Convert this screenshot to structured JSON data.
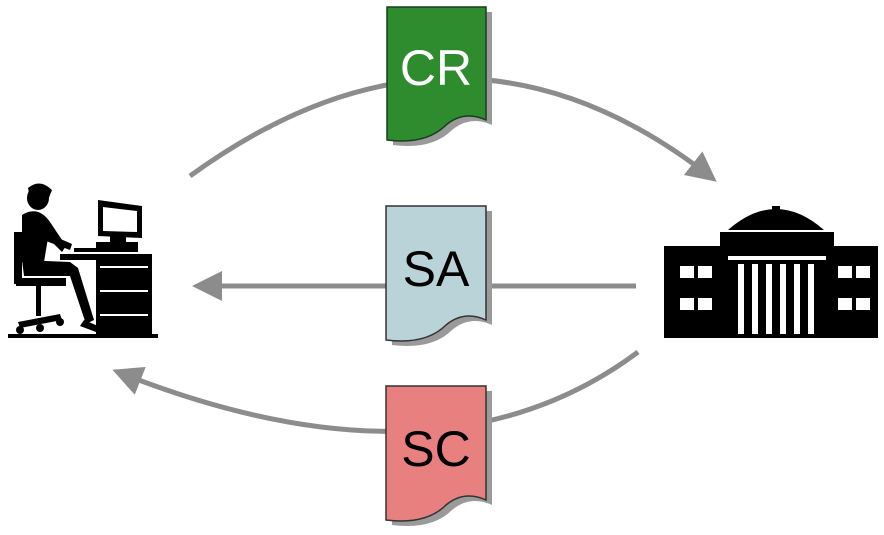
{
  "documents": {
    "cr": {
      "label": "CR",
      "fill": "#2e8b2e",
      "text_color": "#ffffff"
    },
    "sa": {
      "label": "SA",
      "fill": "#b9d3d9",
      "text_color": "#000000"
    },
    "sc": {
      "label": "SC",
      "fill": "#e88080",
      "text_color": "#000000"
    }
  },
  "actors": {
    "user": {
      "icon": "person-at-computer-icon"
    },
    "institution": {
      "icon": "institution-building-icon"
    }
  },
  "colors": {
    "arrow": "#8c8c8c",
    "doc_shadow": "#9a9a9a",
    "icon": "#000000"
  }
}
